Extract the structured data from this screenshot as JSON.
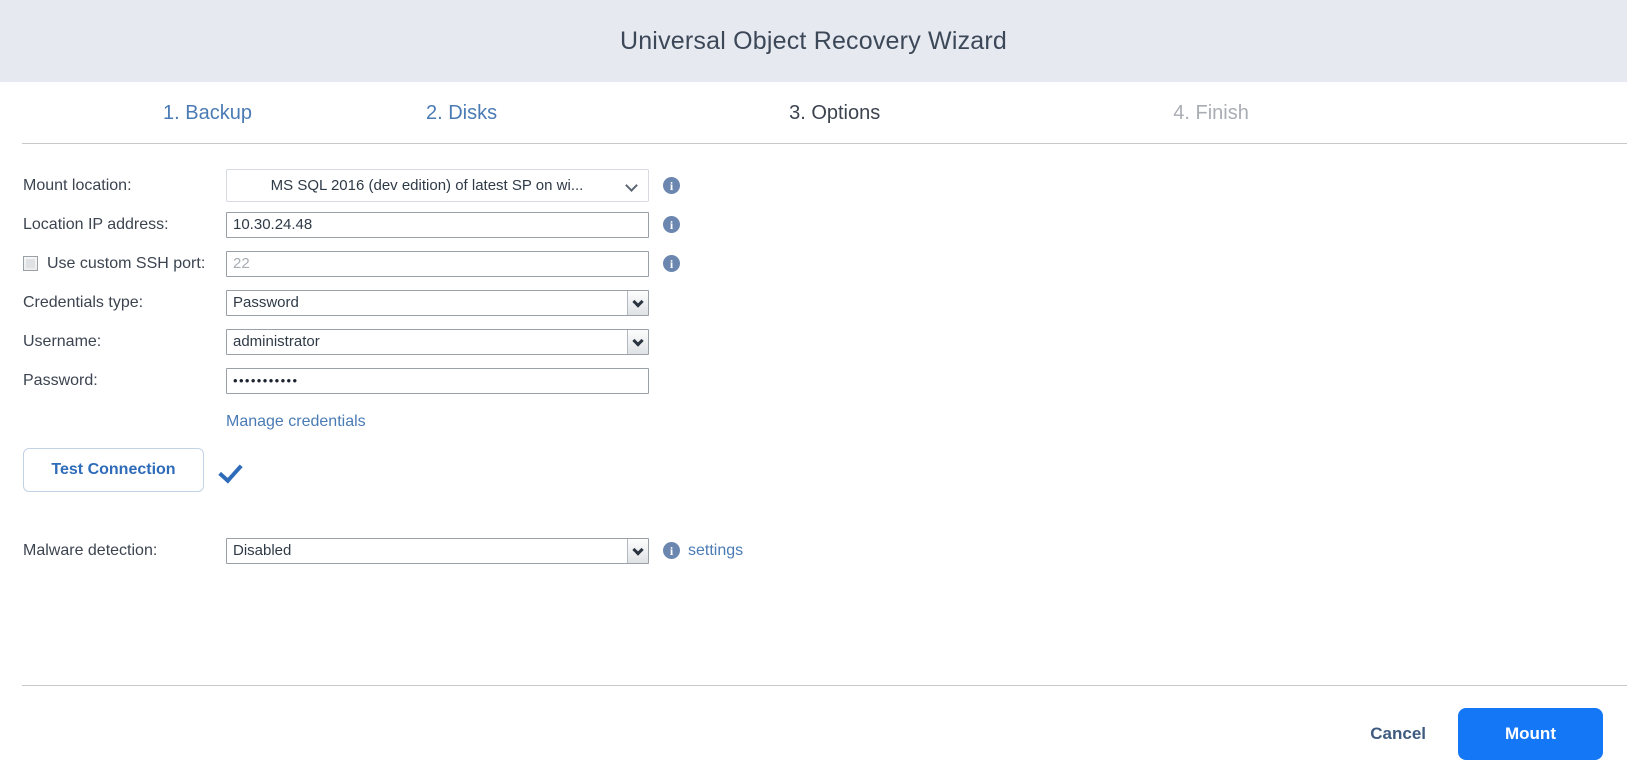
{
  "window": {
    "title": "Universal Object Recovery Wizard"
  },
  "steps": [
    {
      "label": "1. Backup",
      "state": "done"
    },
    {
      "label": "2. Disks",
      "state": "done"
    },
    {
      "label": "3. Options",
      "state": "current"
    },
    {
      "label": "4. Finish",
      "state": "todo"
    }
  ],
  "form": {
    "mount_location": {
      "label": "Mount location:",
      "value": "MS SQL 2016 (dev edition) of latest SP on wi...",
      "icon": "chevron-down-icon",
      "info_icon": "info-icon"
    },
    "location_ip": {
      "label": "Location IP address:",
      "value": "10.30.24.48",
      "info_icon": "info-icon"
    },
    "ssh_port": {
      "label": "Use custom SSH port:",
      "checked": false,
      "placeholder": "22",
      "value": "22",
      "info_icon": "info-icon"
    },
    "credentials_type": {
      "label": "Credentials type:",
      "value": "Password"
    },
    "username": {
      "label": "Username:",
      "value": "administrator"
    },
    "password": {
      "label": "Password:",
      "value": "•••••••••••"
    },
    "manage_credentials_link": "Manage credentials",
    "test_connection": {
      "label": "Test Connection",
      "result_icon": "check-icon"
    },
    "malware_detection": {
      "label": "Malware detection:",
      "value": "Disabled",
      "info_icon": "info-icon",
      "settings_link": "settings"
    }
  },
  "footer": {
    "cancel_label": "Cancel",
    "mount_label": "Mount"
  },
  "colors": {
    "header_bg": "#e6e9f0",
    "accent_blue": "#1477f5",
    "link_blue": "#4a7bb5",
    "step_done": "#4a7bb5",
    "step_current": "#3c4450",
    "step_todo": "#a9adb4",
    "info_icon": "#6b87b0"
  }
}
